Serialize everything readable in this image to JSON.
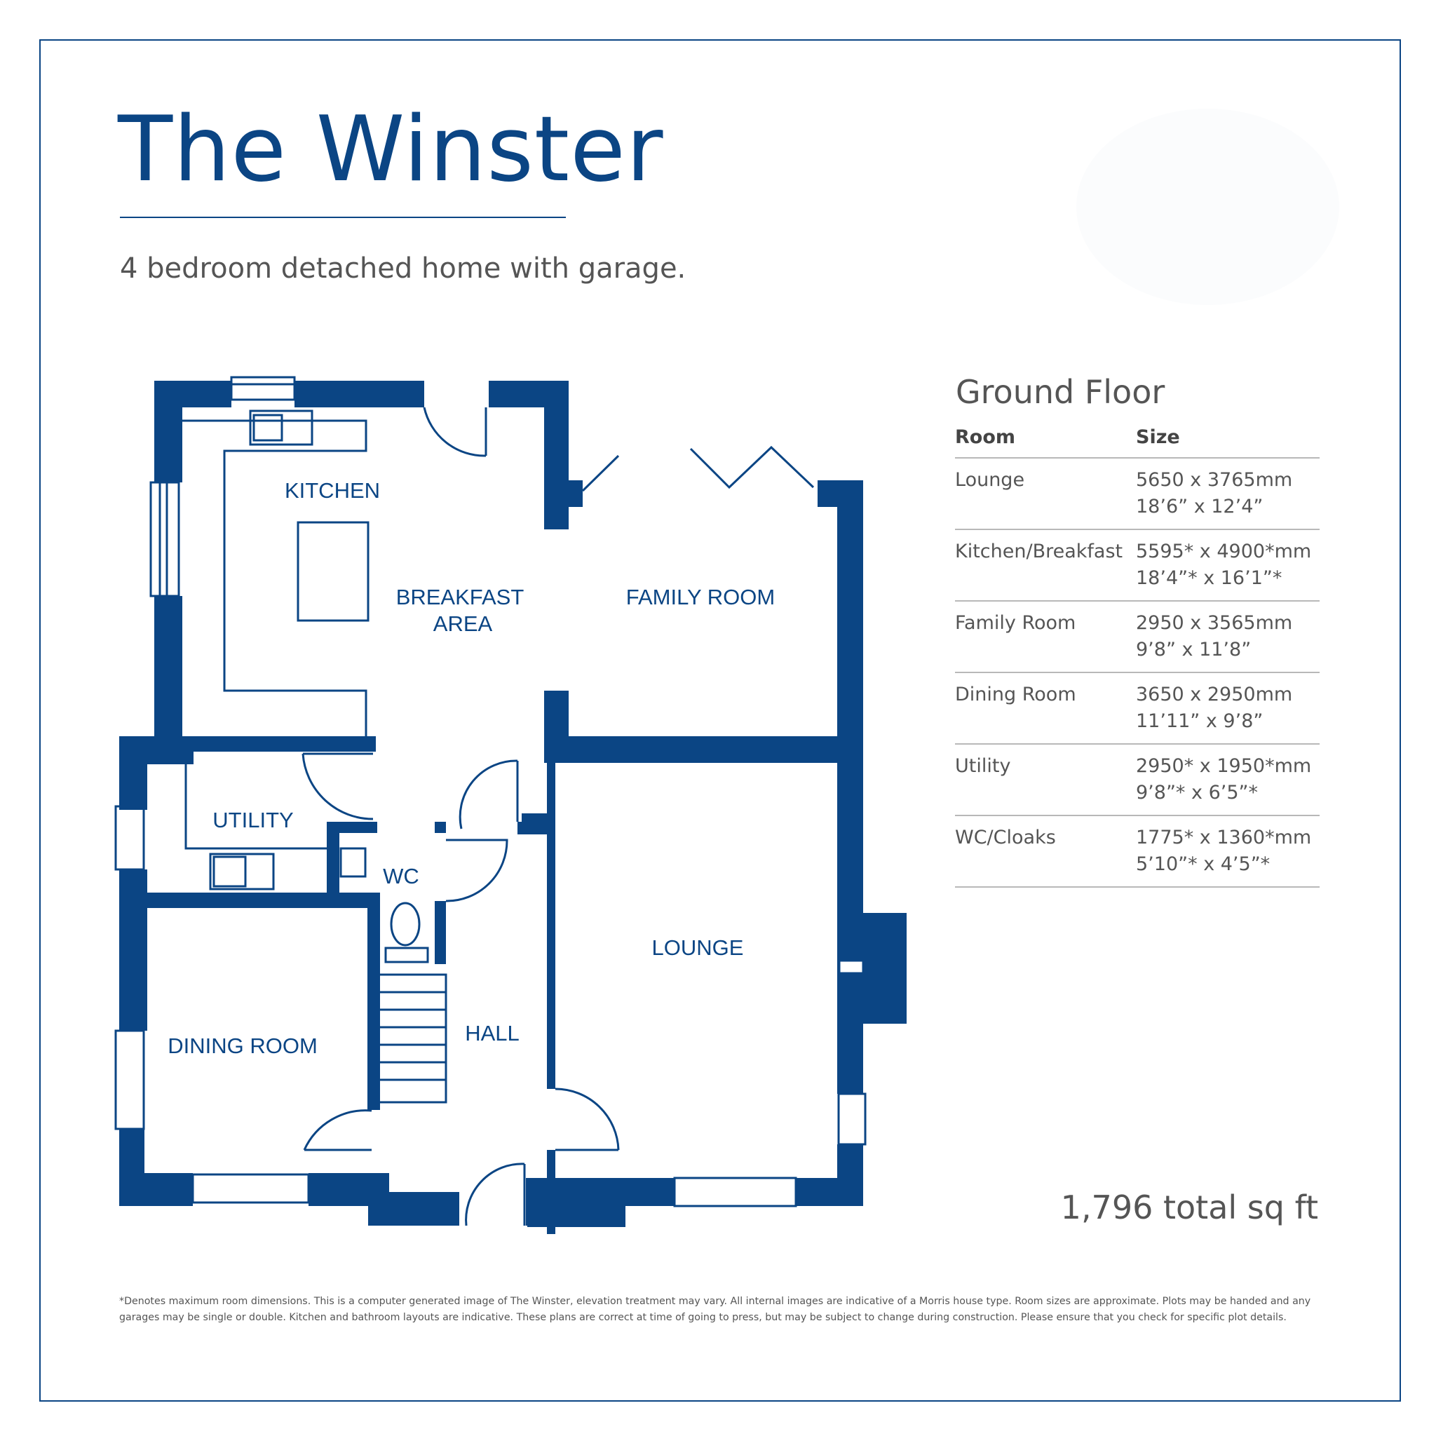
{
  "header": {
    "title": "The Winster",
    "subtitle": "4 bedroom detached home with garage."
  },
  "plan": {
    "labels": {
      "kitchen": "KITCHEN",
      "breakfast_line1": "BREAKFAST",
      "breakfast_line2": "AREA",
      "family_room": "FAMILY ROOM",
      "utility": "UTILITY",
      "wc": "WC",
      "lounge": "LOUNGE",
      "hall": "HALL",
      "dining_room": "DINING ROOM"
    },
    "colors": {
      "wall": "#0b4584",
      "line": "#0b4584"
    }
  },
  "spec": {
    "floor_title": "Ground Floor",
    "headers": {
      "room": "Room",
      "size": "Size"
    },
    "rows": [
      {
        "room": "Lounge",
        "metric": "5650 x 3765mm",
        "imperial": "18’6” x 12’4”"
      },
      {
        "room": "Kitchen/Breakfast",
        "metric": "5595* x 4900*mm",
        "imperial": "18’4”* x 16’1”*"
      },
      {
        "room": "Family Room",
        "metric": "2950 x 3565mm",
        "imperial": "9’8” x 11’8”"
      },
      {
        "room": "Dining Room",
        "metric": "3650 x 2950mm",
        "imperial": "11’11” x 9’8”"
      },
      {
        "room": "Utility",
        "metric": "2950* x 1950*mm",
        "imperial": "9’8”* x 6’5”*"
      },
      {
        "room": "WC/Cloaks",
        "metric": "1775* x 1360*mm",
        "imperial": "5’10”* x 4’5”*"
      }
    ],
    "total": "1,796 total sq ft"
  },
  "footer": {
    "note": "*Denotes maximum room dimensions. This is a computer generated image of The Winster, elevation treatment may vary. All internal images are indicative of a Morris house type. Room sizes are approximate. Plots may be handed and any garages may be single or double. Kitchen and bathroom layouts are indicative. These plans are correct at time of going to press, but may be subject to change during construction. Please ensure that you check for specific plot details."
  }
}
